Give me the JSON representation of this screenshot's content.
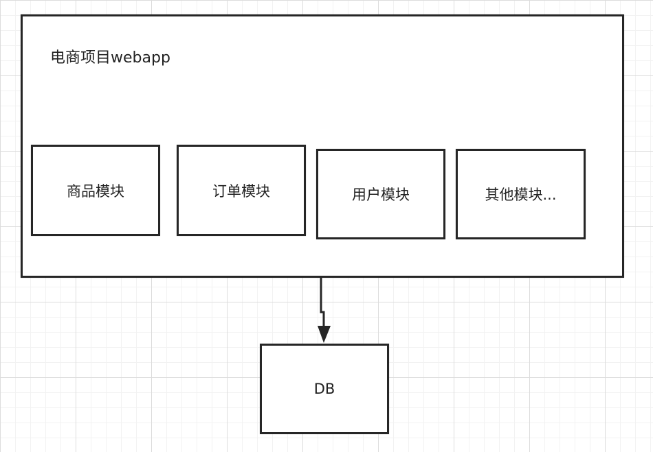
{
  "diagram": {
    "container": {
      "title": "电商项目webapp"
    },
    "modules": [
      {
        "label": "商品模块"
      },
      {
        "label": "订单模块"
      },
      {
        "label": "用户模块"
      },
      {
        "label": "其他模块..."
      }
    ],
    "database": {
      "label": "DB"
    },
    "colors": {
      "border": "#262626",
      "grid_major": "#dcdcdc",
      "grid_minor": "#f2f2f2",
      "background": "#ffffff"
    }
  }
}
